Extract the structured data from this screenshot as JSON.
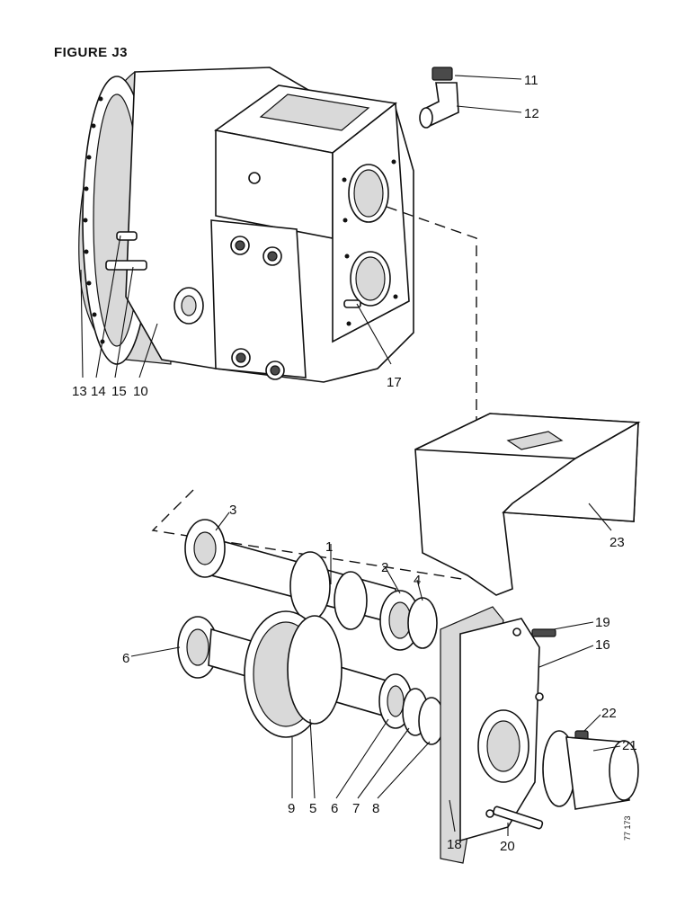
{
  "figure_title": "FIGURE J3",
  "reference_code": "77 173",
  "callouts": {
    "c1": "1",
    "c2": "2",
    "c3": "3",
    "c4": "4",
    "c5": "5",
    "c6a": "6",
    "c6b": "6",
    "c7": "7",
    "c8": "8",
    "c9": "9",
    "c10": "10",
    "c11": "11",
    "c12": "12",
    "c13": "13",
    "c14": "14",
    "c15": "15",
    "c16": "16",
    "c17": "17",
    "c18": "18",
    "c19": "19",
    "c20": "20",
    "c21": "21",
    "c22": "22",
    "c23": "23"
  }
}
